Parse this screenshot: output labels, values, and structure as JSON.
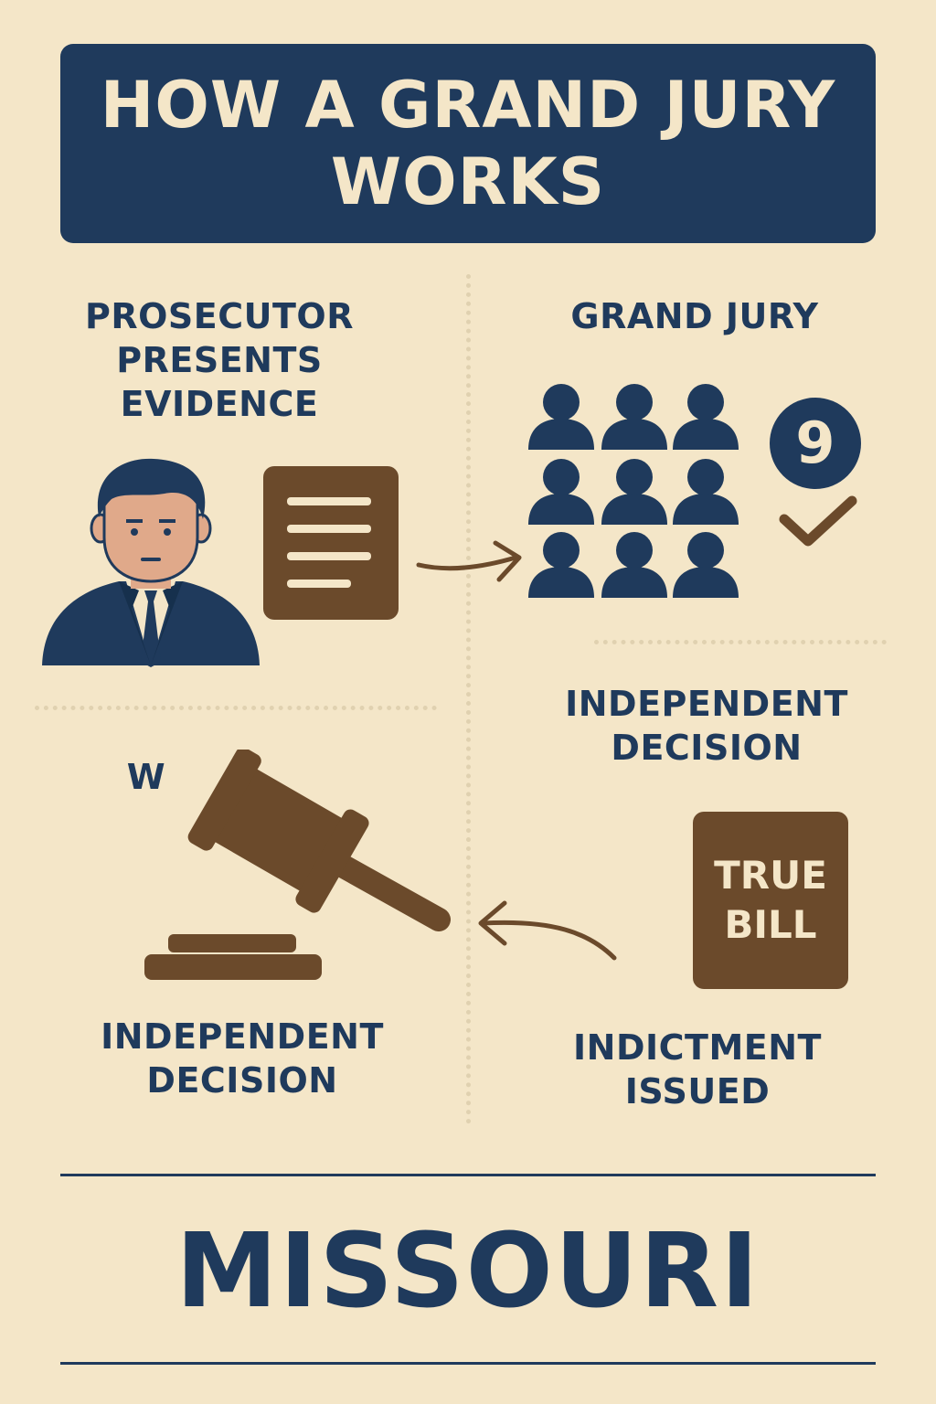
{
  "title": "HOW A GRAND JURY WORKS",
  "steps": {
    "presents_evidence": "PROSECUTOR PRESENTS EVIDENCE",
    "grand_jury": "GRAND JURY",
    "independent_decision_right": "INDEPENDENT DECISION",
    "stray_letter": "W",
    "independent_decision_left": "INDEPENDENT DECISION",
    "indictment": "INDICTMENT ISSUED"
  },
  "juror_count_badge": "9",
  "true_bill": "TRUE\nBILL",
  "footer": "MISSOURI",
  "colors": {
    "navy": "#1f3a5c",
    "brown": "#6b4a2b",
    "cream": "#f4e6c8"
  },
  "icons": [
    "prosecutor-icon",
    "document-icon",
    "arrow-icon",
    "juror-icon",
    "checkmark-icon",
    "gavel-icon"
  ]
}
